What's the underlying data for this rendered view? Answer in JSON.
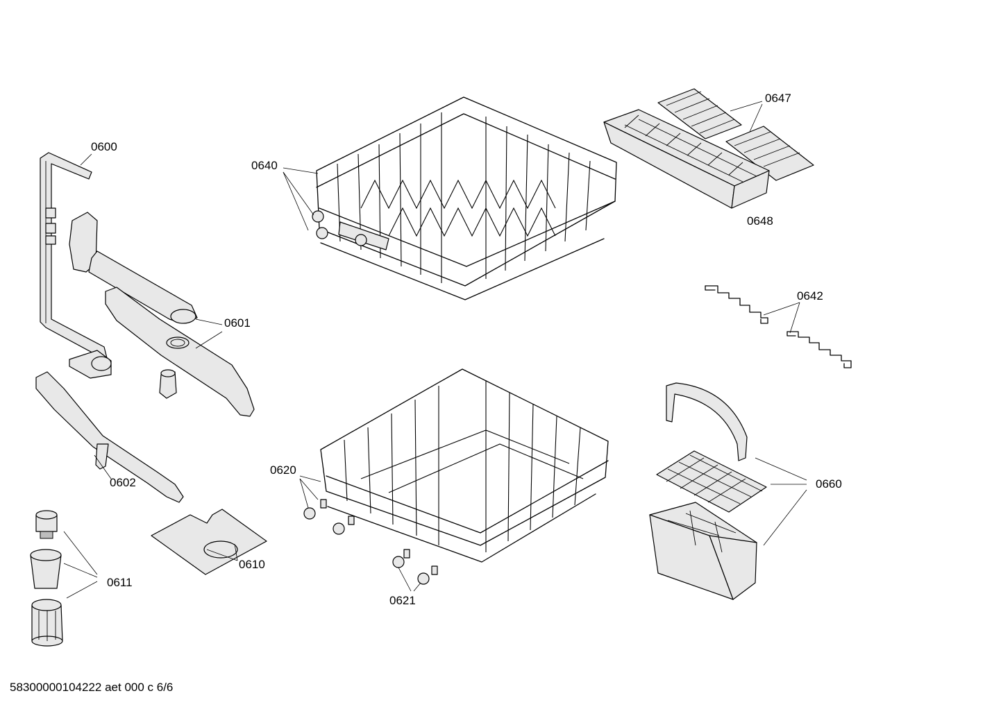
{
  "parts": [
    {
      "id": "p0600",
      "label": "0600"
    },
    {
      "id": "p0601",
      "label": "0601"
    },
    {
      "id": "p0602",
      "label": "0602"
    },
    {
      "id": "p0610",
      "label": "0610"
    },
    {
      "id": "p0611",
      "label": "0611"
    },
    {
      "id": "p0620",
      "label": "0620"
    },
    {
      "id": "p0621",
      "label": "0621"
    },
    {
      "id": "p0640",
      "label": "0640"
    },
    {
      "id": "p0642",
      "label": "0642"
    },
    {
      "id": "p0647",
      "label": "0647"
    },
    {
      "id": "p0648",
      "label": "0648"
    },
    {
      "id": "p0660",
      "label": "0660"
    }
  ],
  "footer": "58300000104222 aet 000 c 6/6"
}
